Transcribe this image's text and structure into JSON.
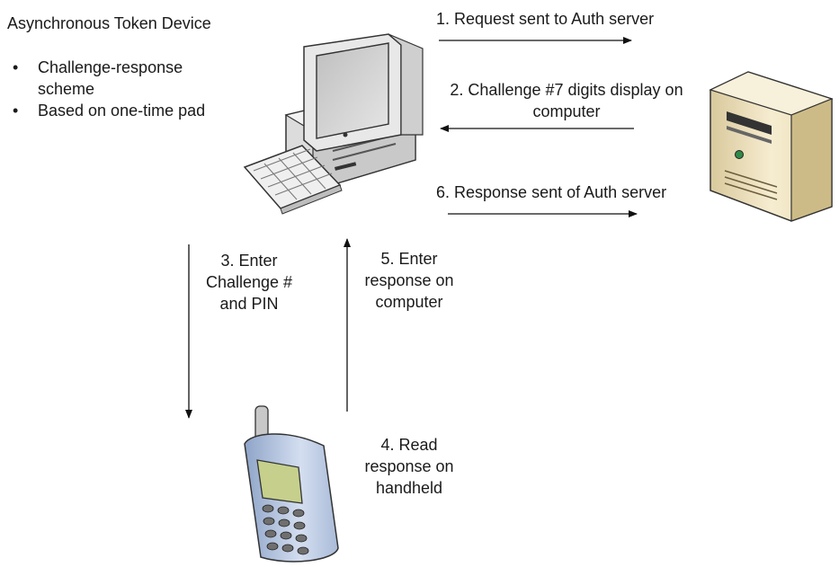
{
  "title": "Asynchronous Token Device",
  "bullets": [
    "Challenge-response scheme",
    "Based on one-time pad"
  ],
  "bullet_glyph": "•",
  "steps": {
    "step1": "1. Request sent to Auth server",
    "step2": "2. Challenge #7 digits display on computer",
    "step3": "3. Enter Challenge # and PIN",
    "step4": "4. Read response on handheld",
    "step5": "5. Enter response on computer",
    "step6": "6. Response sent of Auth server"
  },
  "icons": {
    "computer": "desktop-computer-icon",
    "server": "server-tower-icon",
    "handheld": "mobile-phone-icon"
  },
  "colors": {
    "arrow": "#111111",
    "server_body": "#efe2bd",
    "phone_body": "#c7d3e6",
    "monitor_body": "#e8e8e8"
  }
}
